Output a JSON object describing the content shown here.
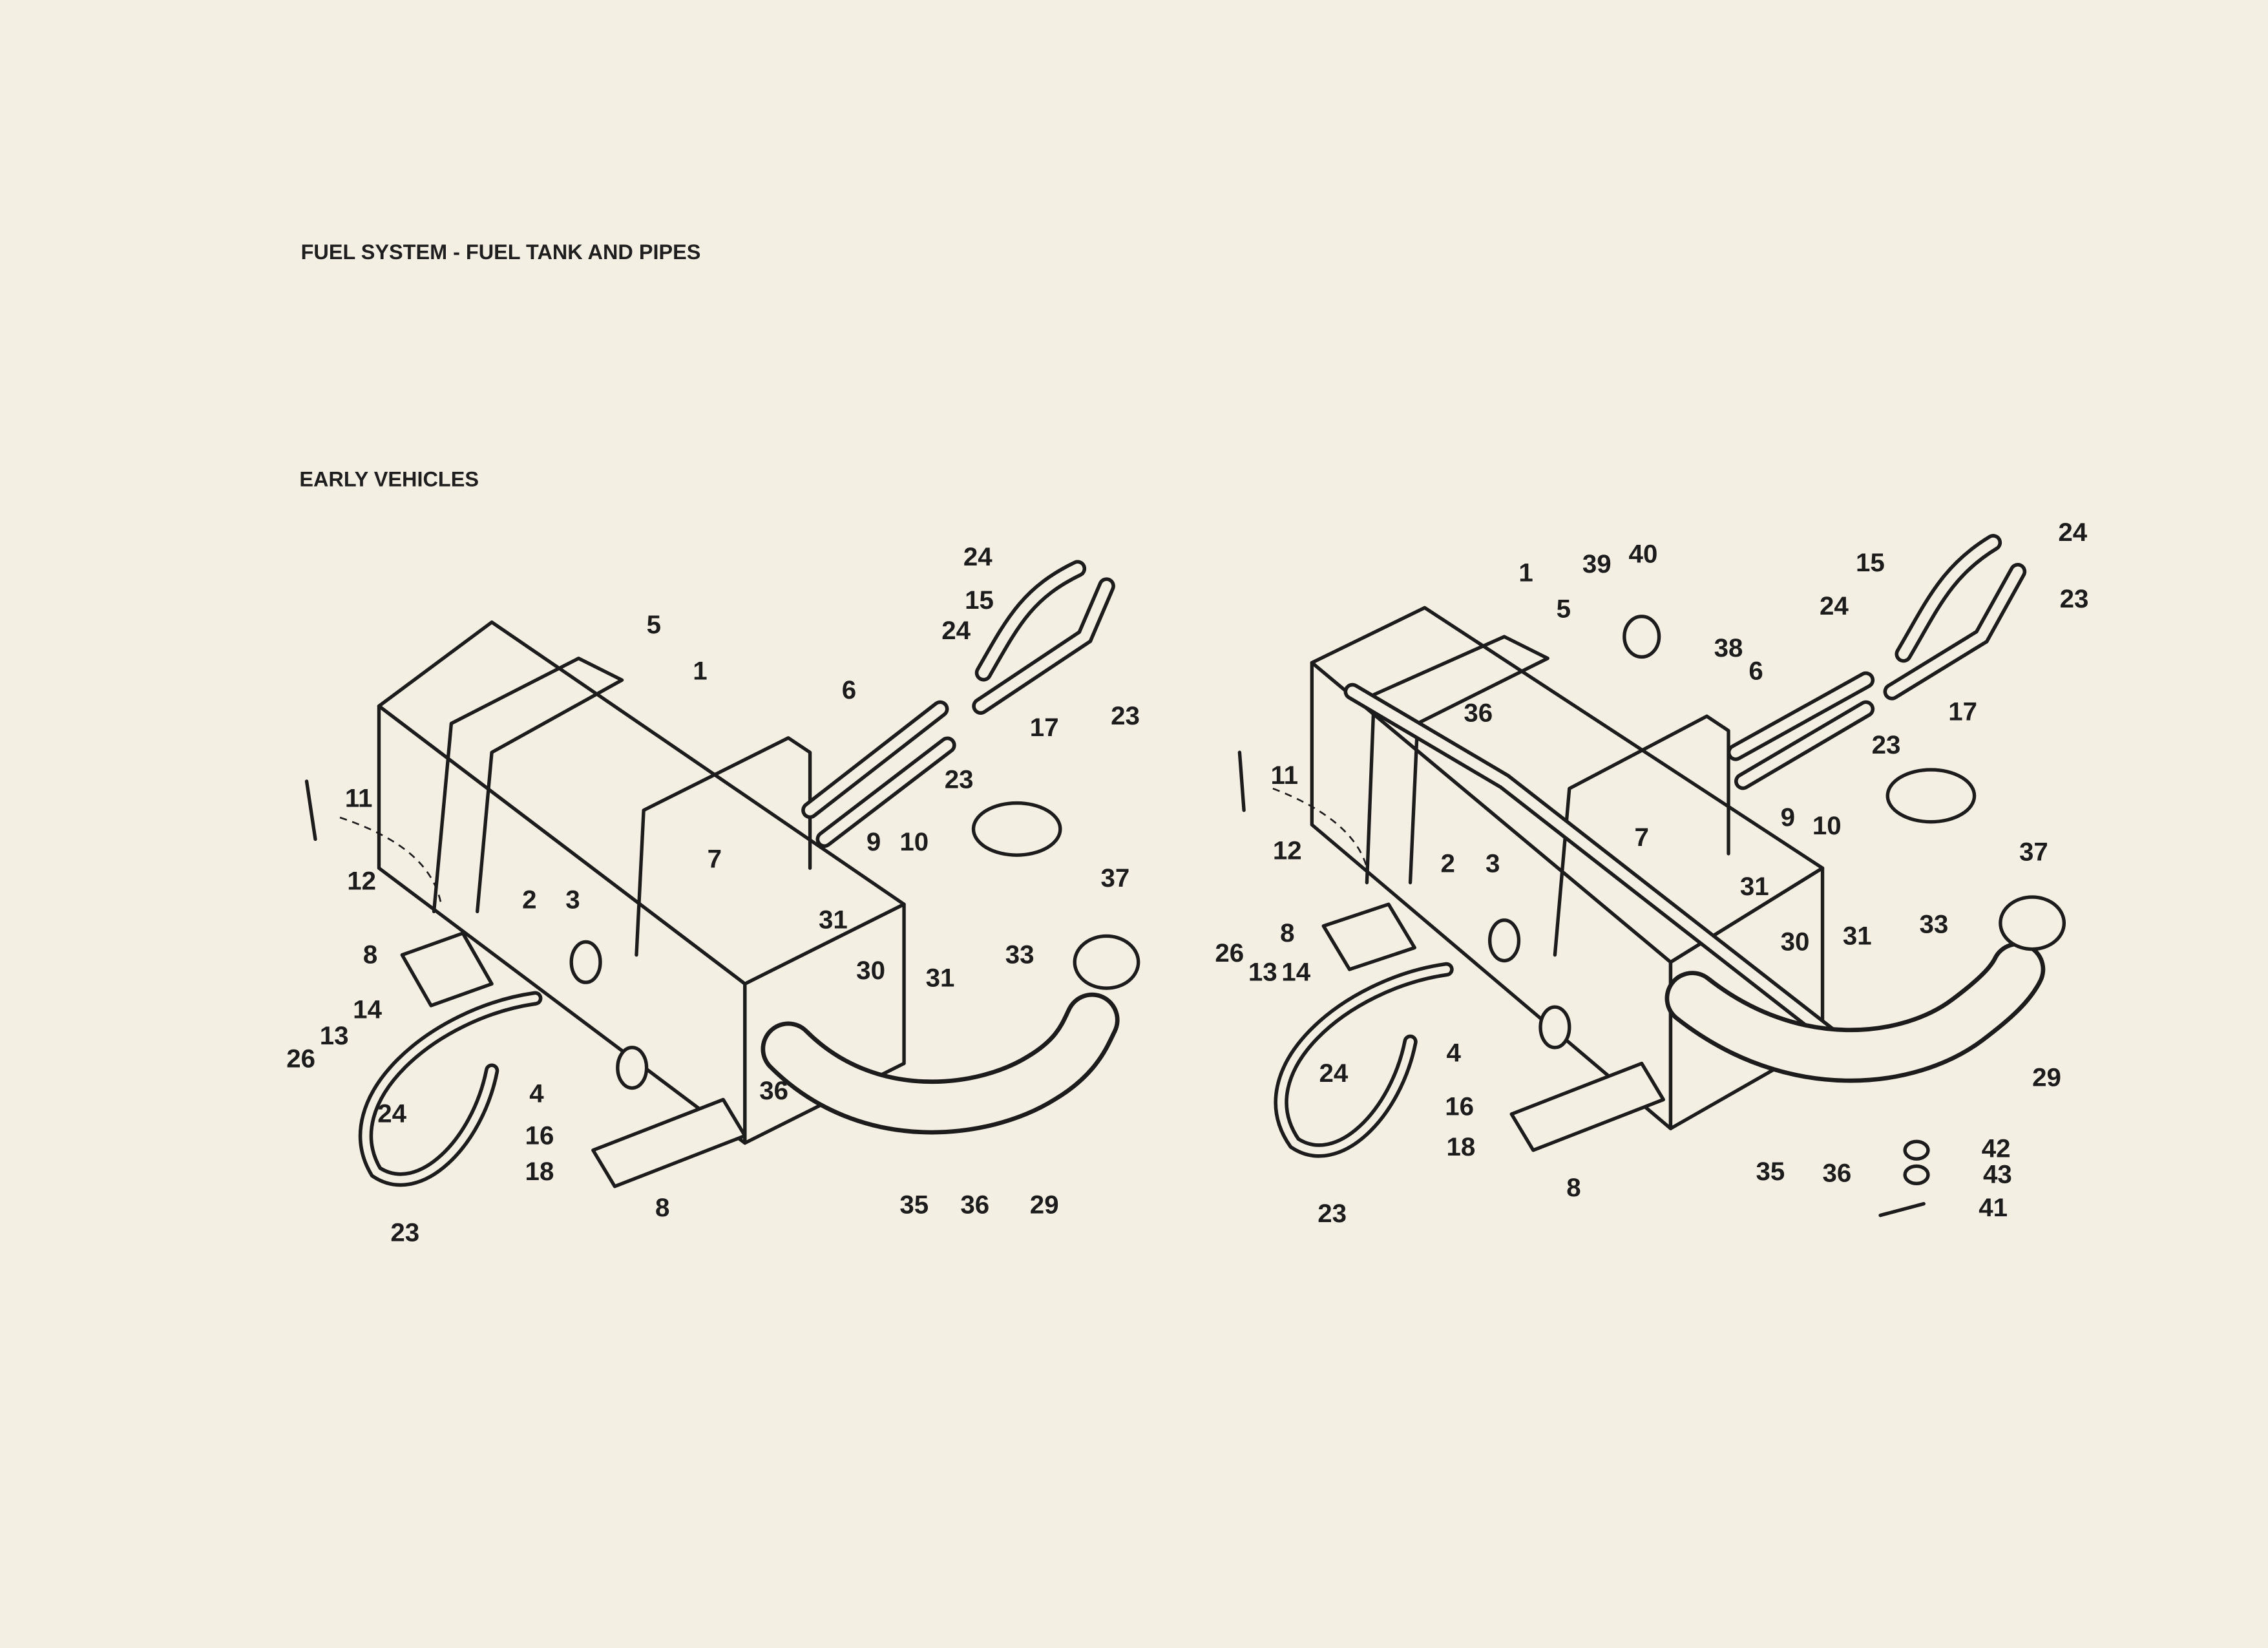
{
  "title": "FUEL SYSTEM - FUEL TANK AND PIPES",
  "subtitle": "EARLY VEHICLES",
  "left_diagram": {
    "labels": [
      "5",
      "1",
      "24",
      "15",
      "24",
      "6",
      "17",
      "23",
      "23",
      "11",
      "9",
      "10",
      "12",
      "7",
      "37",
      "2",
      "3",
      "31",
      "33",
      "8",
      "30",
      "31",
      "14",
      "13",
      "26",
      "4",
      "36",
      "24",
      "16",
      "18",
      "8",
      "35",
      "36",
      "29",
      "23"
    ]
  },
  "right_diagram": {
    "labels": [
      "1",
      "39",
      "40",
      "24",
      "15",
      "5",
      "23",
      "24",
      "38",
      "6",
      "36",
      "17",
      "23",
      "11",
      "7",
      "9",
      "10",
      "12",
      "2",
      "3",
      "37",
      "31",
      "33",
      "8",
      "30",
      "31",
      "26",
      "13",
      "14",
      "24",
      "4",
      "29",
      "16",
      "18",
      "42",
      "43",
      "8",
      "35",
      "36",
      "41",
      "23"
    ]
  }
}
